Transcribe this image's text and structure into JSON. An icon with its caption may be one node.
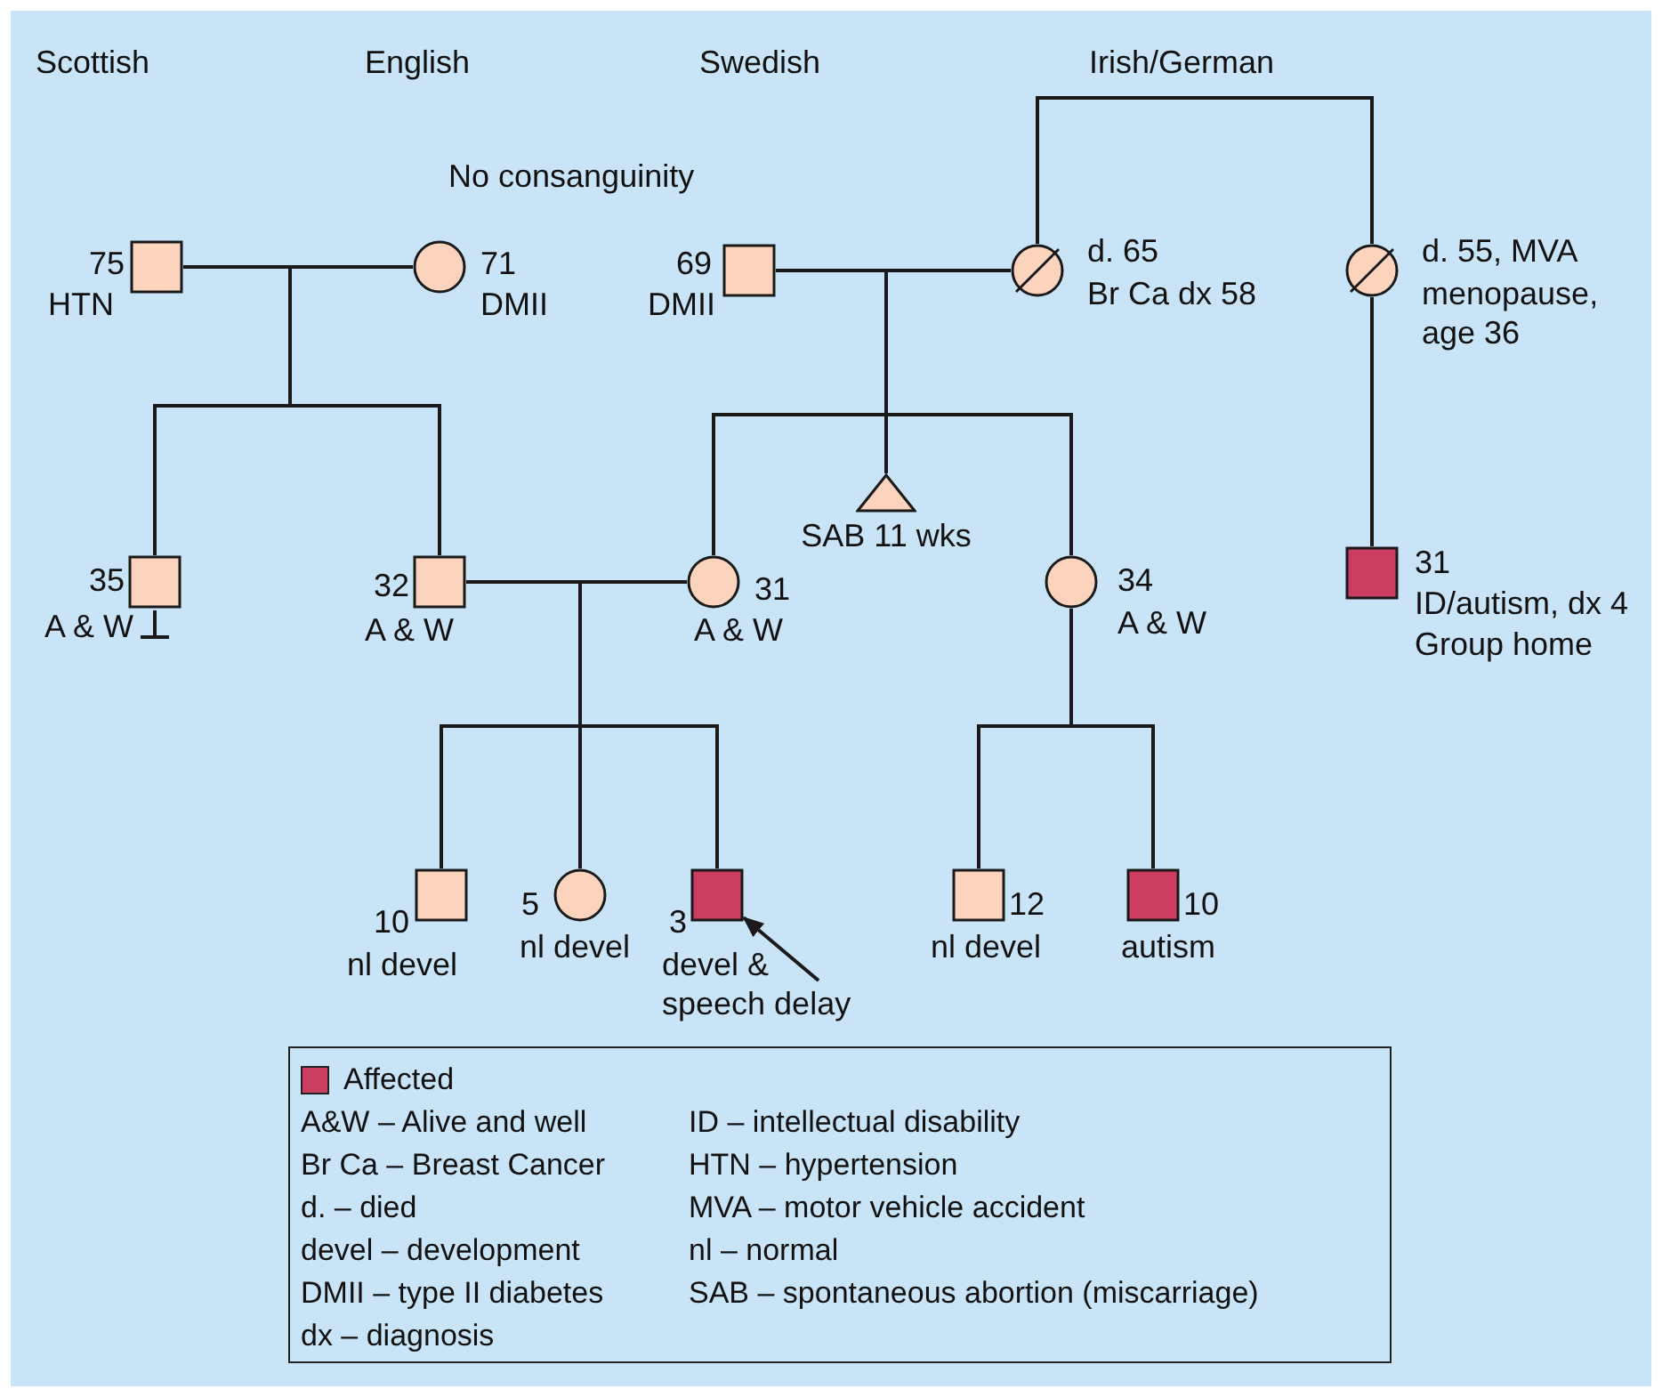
{
  "diagram": {
    "nodes": [
      {
        "text": [],
        "shape": "box",
        "beside": [
          "75",
          "HTN"
        ]
      },
      {
        "text": [],
        "shape": "circle",
        "beside": [
          "71",
          "DMII"
        ]
      },
      {
        "text": [],
        "shape": "box",
        "beside": [
          "69",
          "DMII"
        ]
      },
      {
        "text": [],
        "shape": "crossed-circle",
        "beside": [
          "d. 65",
          "Br Ca dx 58"
        ]
      },
      {
        "text": [],
        "shape": "crossed-circle",
        "beside": [
          "d. 55, MVA",
          "menopause, age 36"
        ]
      },
      {
        "text": [],
        "shape": "box",
        "beside": [
          "35",
          "A & W"
        ]
      },
      {
        "text": [],
        "shape": "box",
        "beside": [
          "32",
          "A & W"
        ]
      },
      {
        "text": [],
        "shape": "circle",
        "beside": [
          "31",
          "A & W"
        ]
      },
      {
        "text": [],
        "shape": "triangle",
        "beside": [
          "SAB 11 wks"
        ]
      },
      {
        "text": [],
        "shape": "circle",
        "beside": [
          "34",
          "A & W"
        ]
      },
      {
        "text": [],
        "shape": "filled-box",
        "beside": [
          "31",
          "ID/autism, dx 4",
          "Group home"
        ]
      },
      {
        "text": [],
        "shape": "box",
        "beside": [
          "10",
          "nl devel"
        ]
      },
      {
        "text": [],
        "shape": "circle",
        "beside": [
          "5",
          "nl devel"
        ]
      },
      {
        "text": [],
        "shape": "filled-box",
        "beside": [
          "3",
          "devel & speech delay"
        ]
      },
      {
        "text": [],
        "shape": "box",
        "beside": [
          "12",
          "nl devel"
        ]
      },
      {
        "text": [],
        "shape": "filled-box",
        "beside": [
          "10",
          "autism"
        ]
      }
    ],
    "edges": [
      {
        "from": 0,
        "to": 1,
        "arrow": "none"
      },
      {
        "from": 0,
        "to": 5,
        "arrow": "none"
      },
      {
        "from": 1,
        "to": 5,
        "arrow": "none"
      },
      {
        "from": 0,
        "to": 6,
        "arrow": "none"
      },
      {
        "from": 1,
        "to": 6,
        "arrow": "none"
      },
      {
        "from": 2,
        "to": 3,
        "arrow": "none"
      },
      {
        "from": 2,
        "to": 7,
        "arrow": "none"
      },
      {
        "from": 3,
        "to": 7,
        "arrow": "none"
      },
      {
        "from": 2,
        "to": 8,
        "arrow": "none"
      },
      {
        "from": 3,
        "to": 8,
        "arrow": "none"
      },
      {
        "from": 2,
        "to": 9,
        "arrow": "none"
      },
      {
        "from": 3,
        "to": 9,
        "arrow": "none"
      },
      {
        "from": 3,
        "to": 4,
        "arrow": "none"
      },
      {
        "from": 4,
        "to": 10,
        "arrow": "none"
      },
      {
        "from": 6,
        "to": 7,
        "arrow": "none"
      },
      {
        "from": 6,
        "to": 11,
        "arrow": "none"
      },
      {
        "from": 7,
        "to": 11,
        "arrow": "none"
      },
      {
        "from": 6,
        "to": 12,
        "arrow": "none"
      },
      {
        "from": 7,
        "to": 12,
        "arrow": "none"
      },
      {
        "from": 6,
        "to": 13,
        "arrow": "none"
      },
      {
        "from": 7,
        "to": 13,
        "arrow": "none"
      },
      {
        "from": 9,
        "to": 14,
        "arrow": "none"
      },
      {
        "from": 9,
        "to": 15,
        "arrow": "none"
      },
      {
        "from": null,
        "to": 13,
        "arrow": "to"
      }
    ],
    "labels": [
      "Scottish",
      "English",
      "Swedish",
      "Irish/German",
      "No consanguinity",
      "A&W – Alive and well",
      "ID – intellectual disability",
      "Br Ca – Breast Cancer",
      "HTN – hypertension",
      "d. – died",
      "MVA – motor vehicle accident",
      "devel – development",
      "nl – normal",
      "DMII – type II diabetes",
      "SAB – spontaneous abortion (miscarriage)",
      "dx – diagnosis"
    ],
    "legend": [
      {
        "text": "Affected",
        "color": "#cc3d62"
      }
    ]
  }
}
